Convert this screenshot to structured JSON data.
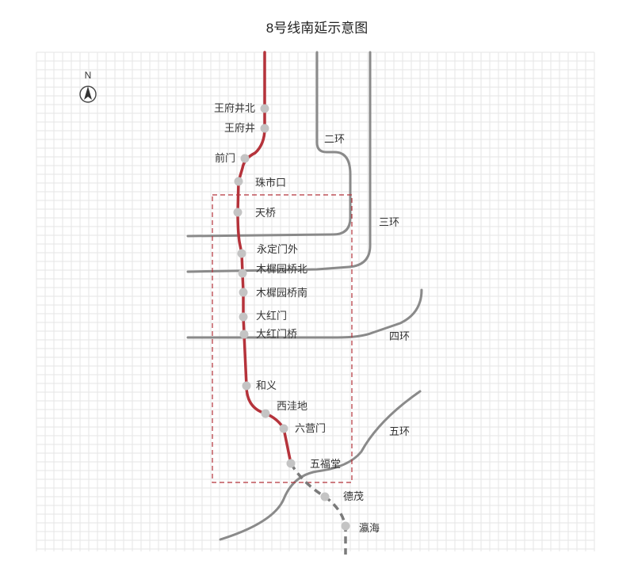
{
  "title": "8号线南延示意图",
  "compass": {
    "label": "N",
    "icon": "north-arrow-icon"
  },
  "colors": {
    "line_existing": "#b5333b",
    "line_extension": "#7a7a7a",
    "ring_road": "#8a8a8a",
    "station": "#c4c4c4",
    "grid": "#e6e6e6",
    "study_area_box": "#b5333b"
  },
  "ring_roads": [
    {
      "id": "ring-2",
      "label": "二环"
    },
    {
      "id": "ring-3",
      "label": "三环"
    },
    {
      "id": "ring-4",
      "label": "四环"
    },
    {
      "id": "ring-5",
      "label": "五环"
    }
  ],
  "stations": [
    {
      "name": "王府井北",
      "segment": "existing"
    },
    {
      "name": "王府井",
      "segment": "existing"
    },
    {
      "name": "前门",
      "segment": "existing"
    },
    {
      "name": "珠市口",
      "segment": "existing"
    },
    {
      "name": "天桥",
      "segment": "existing"
    },
    {
      "name": "永定门外",
      "segment": "existing"
    },
    {
      "name": "木樨园桥北",
      "segment": "existing"
    },
    {
      "name": "木樨园桥南",
      "segment": "existing"
    },
    {
      "name": "大红门",
      "segment": "existing"
    },
    {
      "name": "大红门桥",
      "segment": "existing"
    },
    {
      "name": "和义",
      "segment": "existing"
    },
    {
      "name": "西洼地",
      "segment": "existing"
    },
    {
      "name": "六营门",
      "segment": "existing"
    },
    {
      "name": "五福堂",
      "segment": "existing"
    },
    {
      "name": "德茂",
      "segment": "extension"
    },
    {
      "name": "瀛海",
      "segment": "extension"
    }
  ]
}
